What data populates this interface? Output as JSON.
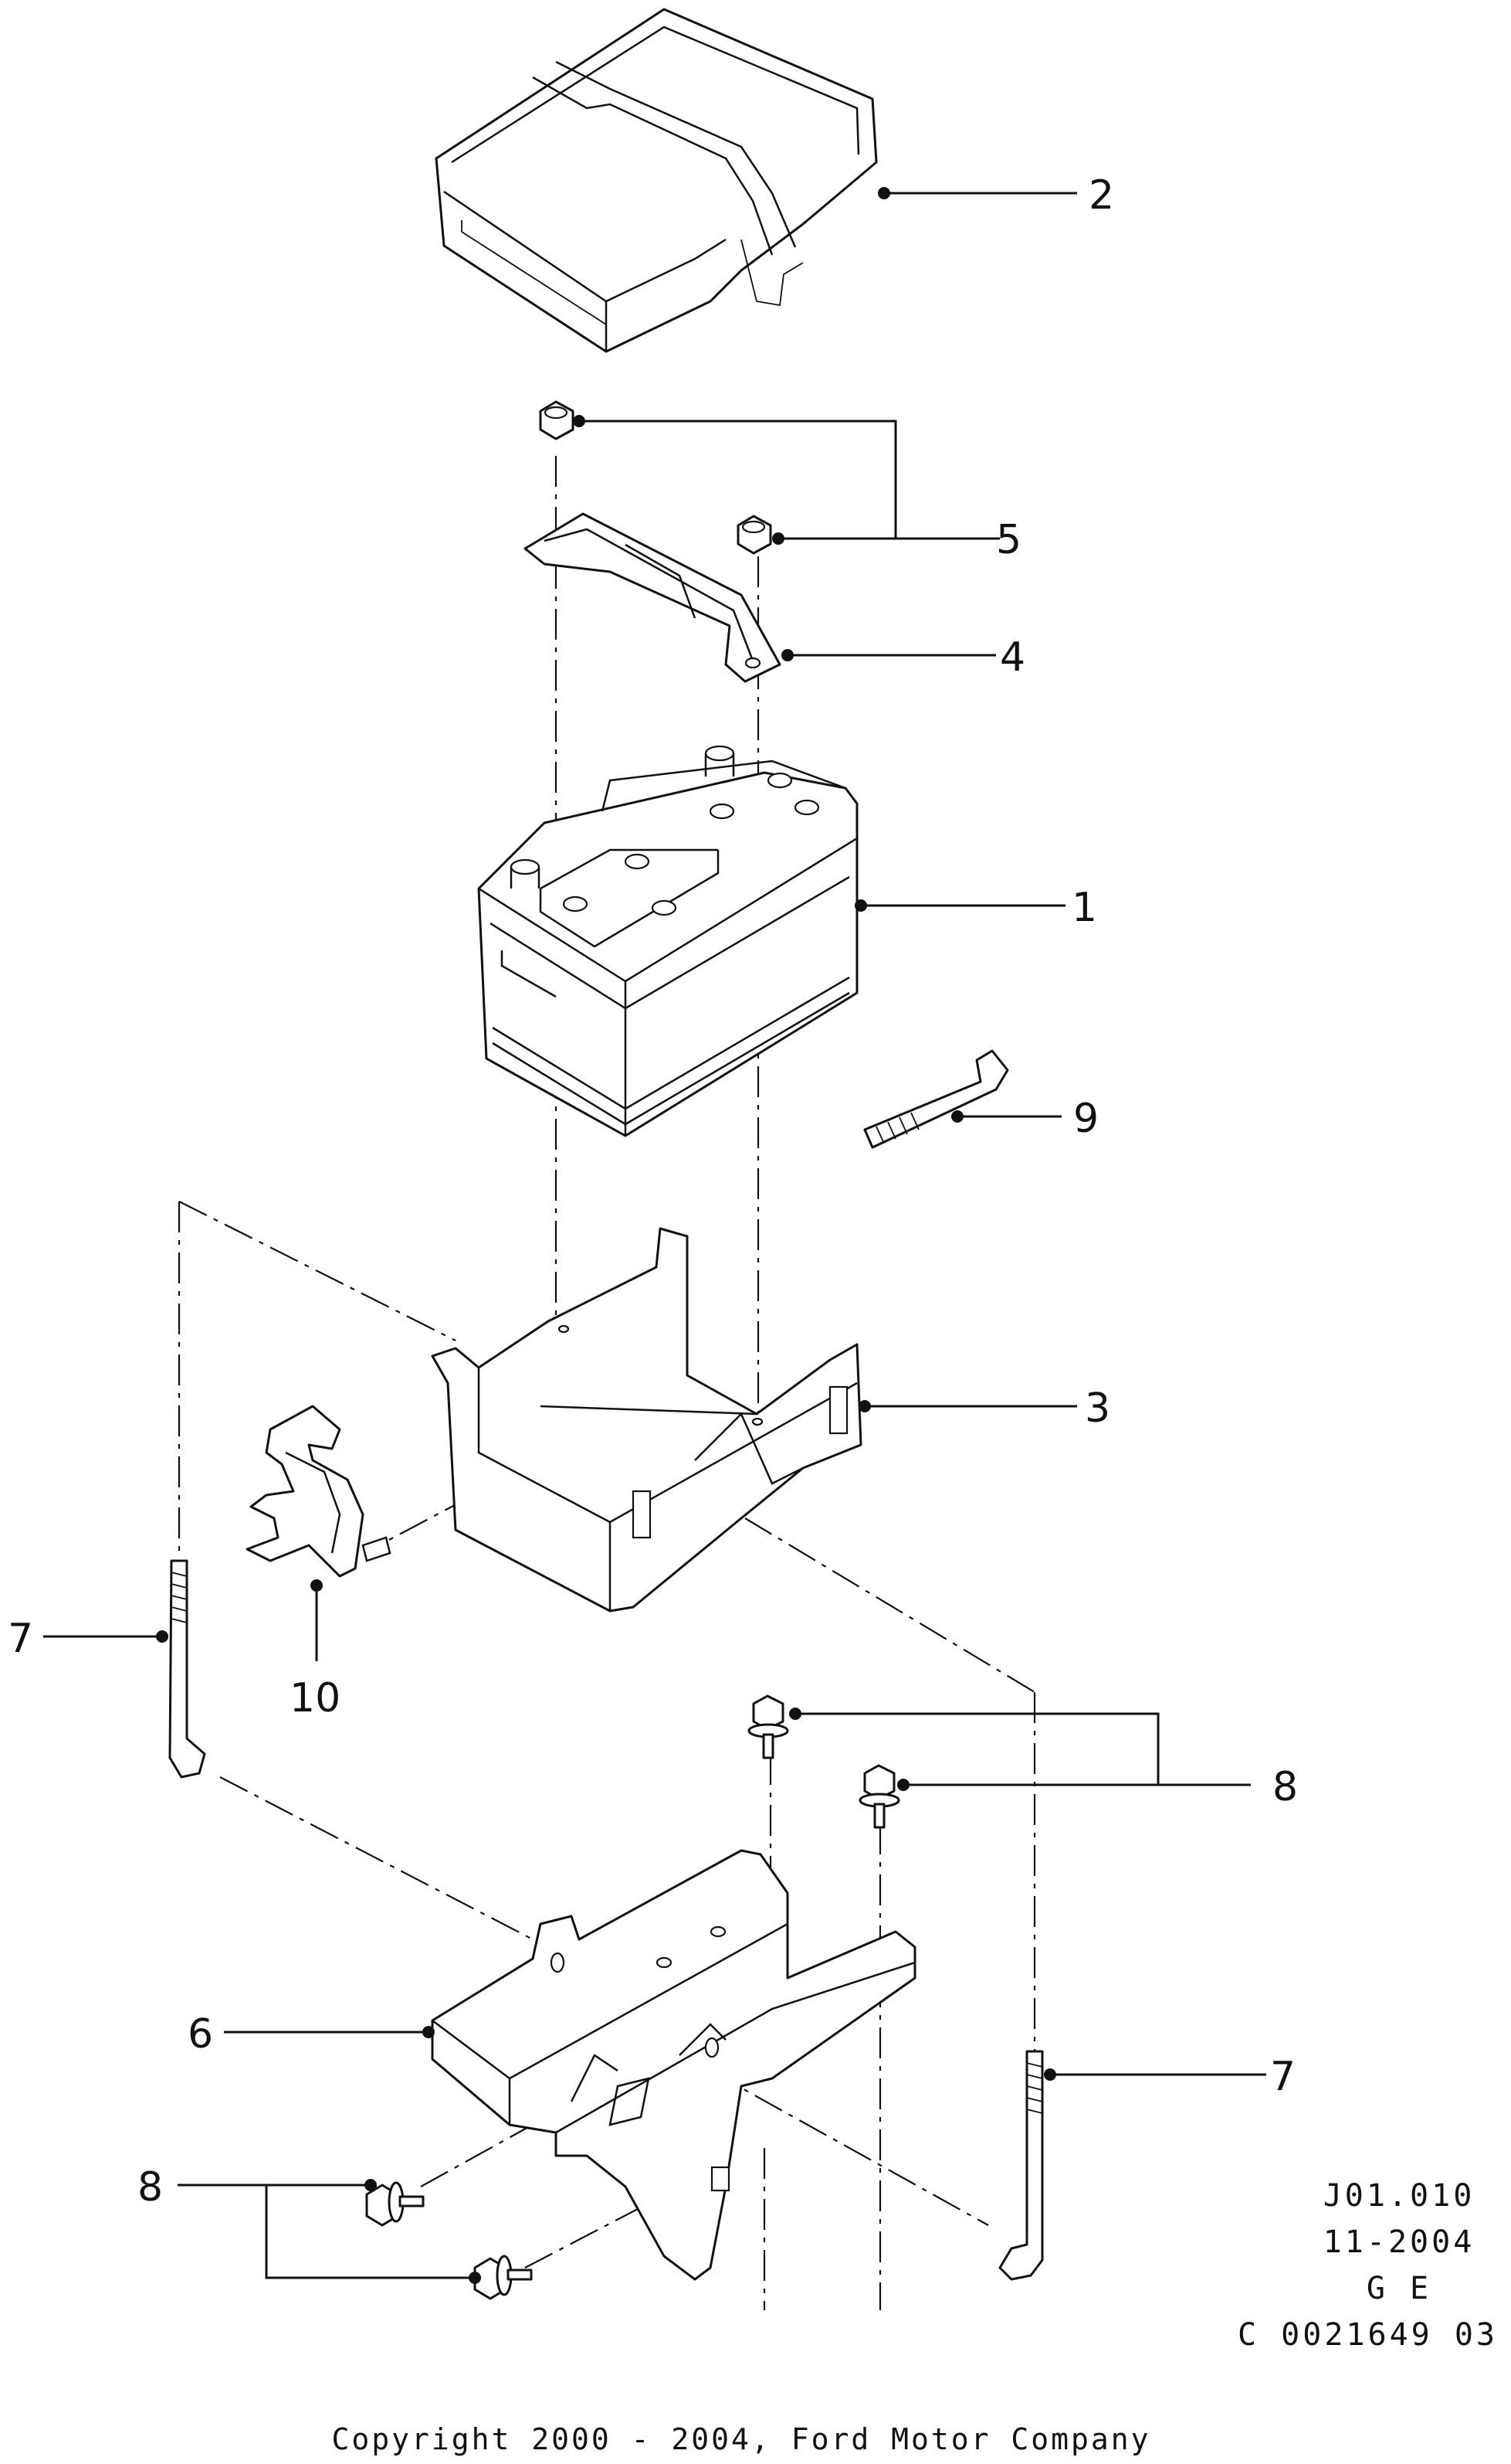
{
  "callouts": {
    "c1": "1",
    "c2": "2",
    "c3": "3",
    "c4": "4",
    "c5": "5",
    "c6": "6",
    "c7a": "7",
    "c7b": "7",
    "c8a": "8",
    "c8b": "8",
    "c9": "9",
    "c10": "10"
  },
  "info_block": {
    "code": "J01.010",
    "date": "11-2004",
    "lang": "G E",
    "ref": "C 0021649 03"
  },
  "copyright": "Copyright 2000 - 2004, Ford Motor Company"
}
